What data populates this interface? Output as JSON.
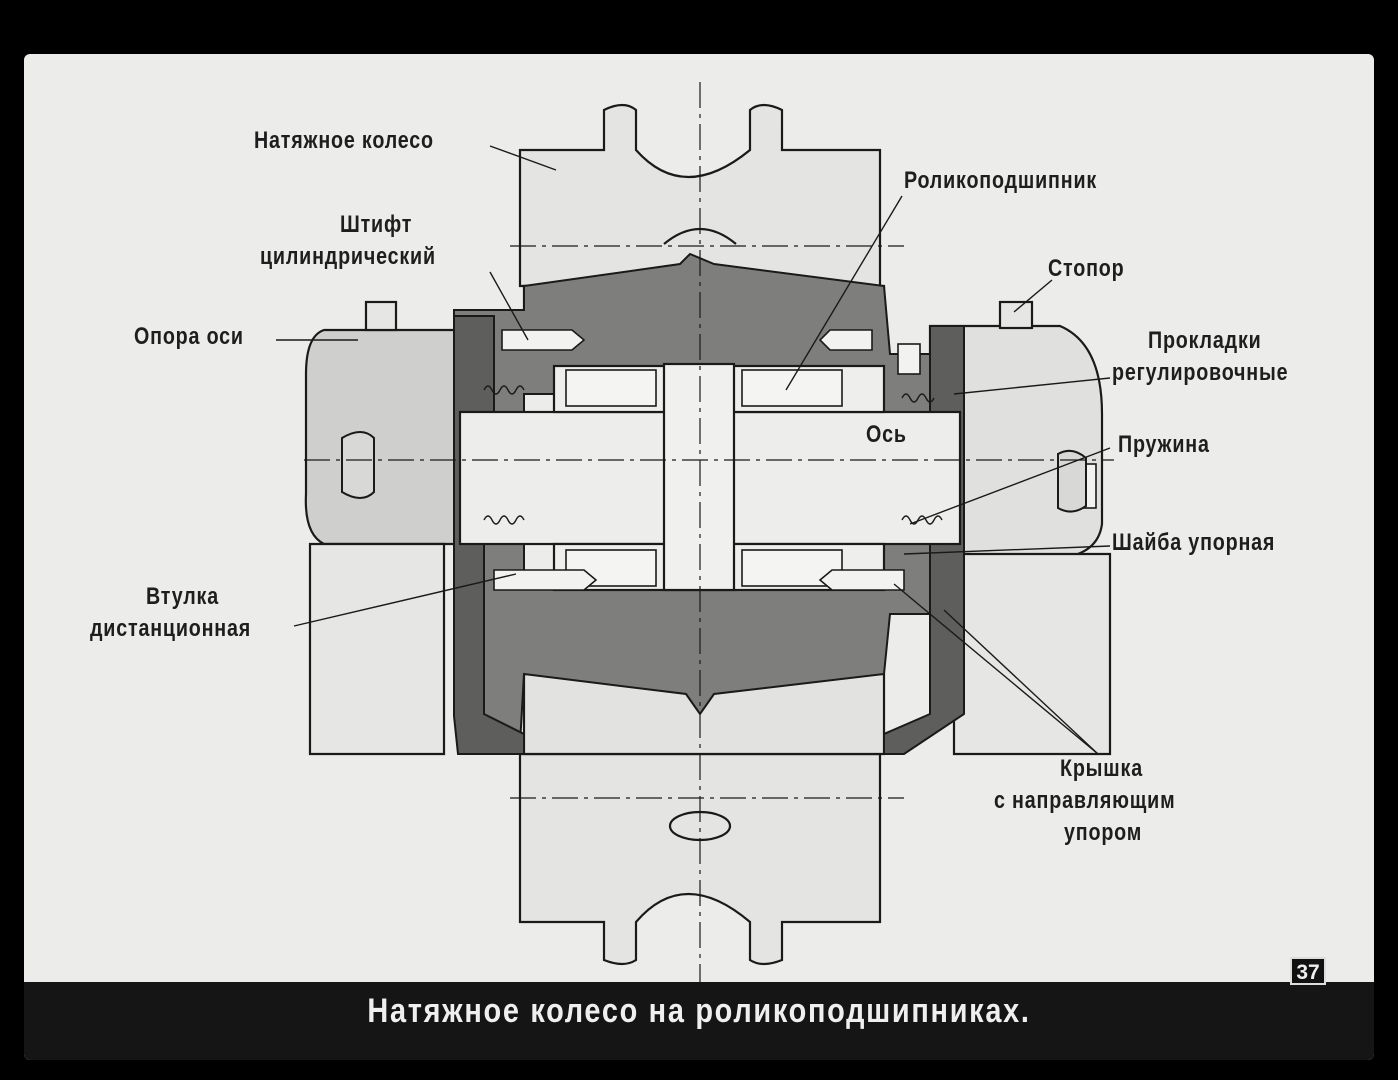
{
  "labels": {
    "tension_wheel": "Натяжное колесо",
    "roller_bearing": "Роликоподшипник",
    "pin_line1": "Штифт",
    "pin_line2": "цилиндрический",
    "stopper": "Стопор",
    "axle_support": "Опора оси",
    "shims_line1": "Прокладки",
    "shims_line2": "регулировочные",
    "axle": "Ось",
    "spring": "Пружина",
    "thrust_washer": "Шайба упорная",
    "bushing_line1": "Втулка",
    "bushing_line2": "дистанционная",
    "cover_line1": "Крышка",
    "cover_line2": "с направляющим",
    "cover_line3": "упором"
  },
  "caption": "Натяжное колесо на роликоподшипниках.",
  "page_number": "37"
}
